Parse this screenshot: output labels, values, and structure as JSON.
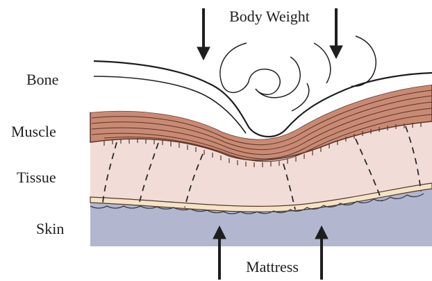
{
  "labels": {
    "top": "Body Weight",
    "bottom": "Mattress",
    "bone": "Bone",
    "muscle": "Muscle",
    "tissue": "Tissue",
    "skin": "Skin"
  },
  "colors": {
    "muscle": "#c98a74",
    "muscle_lines": "#5a3328",
    "tissue": "#f1dcd8",
    "fat_band": "#f3e4c6",
    "skin": "#b2b7cf",
    "ink": "#1e1e1e",
    "bone": "#ffffff"
  }
}
